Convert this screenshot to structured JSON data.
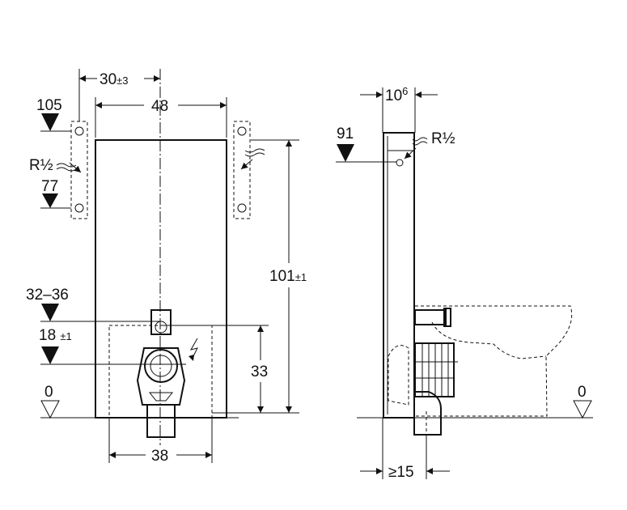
{
  "front_view": {
    "dim_offset": "30",
    "dim_offset_tol": "±3",
    "dim_width": "48",
    "level_supply_top": "105",
    "level_supply_bottom": "77",
    "supply_thread": "R½",
    "dim_height": "101",
    "dim_height_tol": "±1",
    "level_drain_range": "32–36",
    "level_drain_center": "18",
    "level_drain_center_tol": "±1",
    "dim_drain_height": "33",
    "level_floor": "0",
    "dim_bottom_width": "38"
  },
  "side_view": {
    "dim_depth": "10",
    "dim_depth_sup": "6",
    "level_supply": "91",
    "supply_thread": "R½",
    "level_floor": "0",
    "dim_min_distance": "≥15"
  }
}
